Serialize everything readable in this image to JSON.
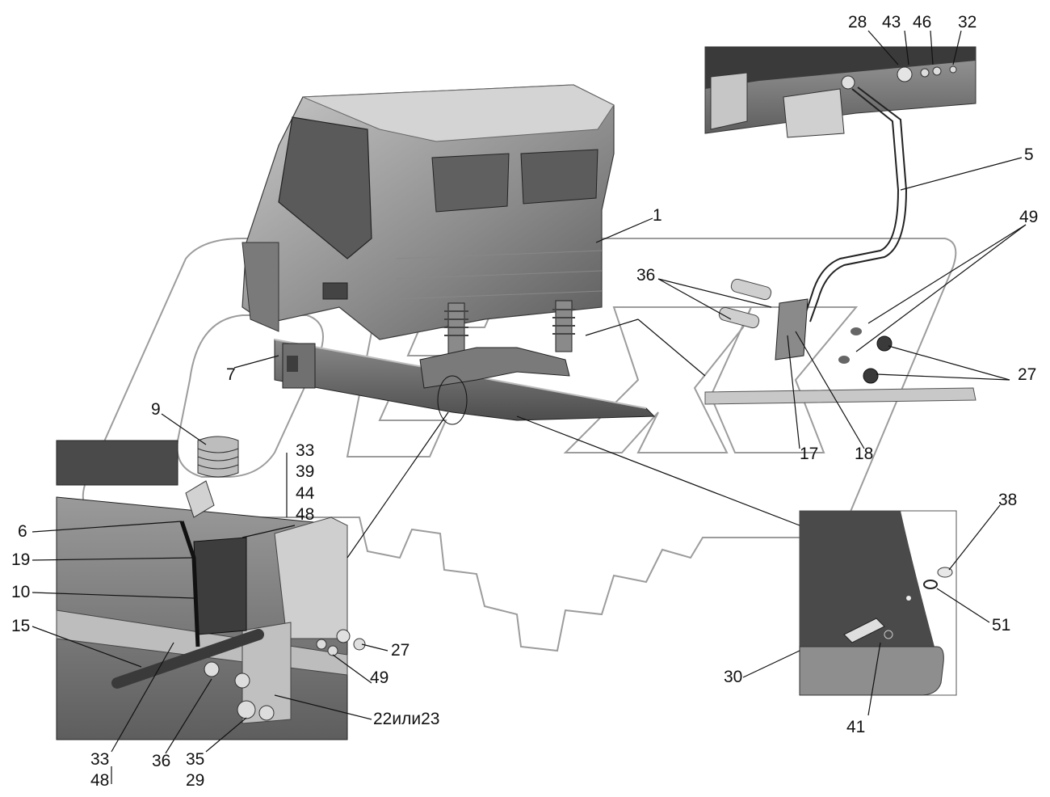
{
  "callouts": {
    "c1": "1",
    "c5": "5",
    "c6": "6",
    "c7": "7",
    "c9": "9",
    "c10": "10",
    "c15": "15",
    "c17": "17",
    "c18": "18",
    "c19": "19",
    "c22": "22или23",
    "c27a": "27",
    "c27b": "27",
    "c28": "28",
    "c29": "29",
    "c30": "30",
    "c32": "32",
    "c33a": "33",
    "c33b": "33",
    "c35": "35",
    "c36a": "36",
    "c36b": "36",
    "c38": "38",
    "c39": "39",
    "c41": "41",
    "c43": "43",
    "c44": "44",
    "c46": "46",
    "c48a": "48",
    "c48b": "48",
    "c49a": "49",
    "c49b": "49",
    "c51": "51"
  },
  "colors": {
    "part_fill": "#8f8f8f",
    "part_dark": "#4a4a4a",
    "part_light": "#c8c8c8",
    "frame_fill": "#6e6e6e",
    "watermark": "#b0b0b0",
    "line": "#111111"
  },
  "icons": {
    "watermark": "gear-logo-watermark"
  }
}
